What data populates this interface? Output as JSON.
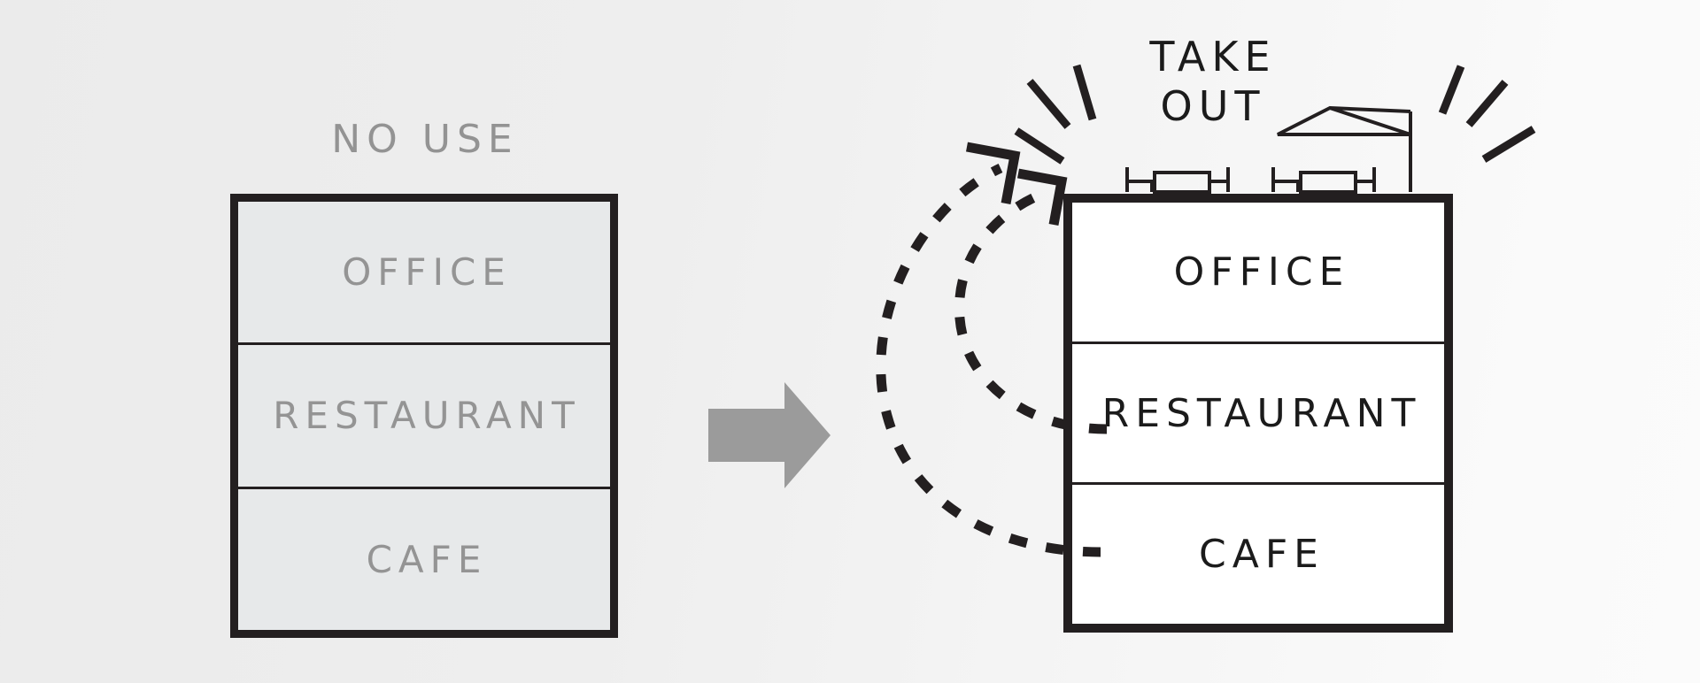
{
  "diagram": {
    "kind": "before-after-building-conversion",
    "background_colors": {
      "gradient_from": "#ebebeb",
      "gradient_to": "#fbfbfb"
    },
    "stroke_color": "#231f20",
    "muted_text_color": "#949494",
    "dark_text_color": "#1b1b1b",
    "arrow_color": "#9b9b9b"
  },
  "before": {
    "title": "NO USE",
    "floors": [
      {
        "label": "OFFICE"
      },
      {
        "label": "RESTAURANT"
      },
      {
        "label": "CAFE"
      }
    ]
  },
  "transition": {
    "arrow_icon": "right-arrow-icon"
  },
  "after": {
    "banner": "TAKE\nOUT",
    "floors": [
      {
        "label": "OFFICE"
      },
      {
        "label": "RESTAURANT"
      },
      {
        "label": "CAFE"
      }
    ],
    "rooftop": {
      "furniture_sets": 2,
      "umbrella": "umbrella-icon"
    },
    "sparkle_groups": [
      {
        "side": "left",
        "count": 3
      },
      {
        "side": "right",
        "count": 3
      }
    ],
    "flow_arrows": [
      {
        "from": "RESTAURANT",
        "to": "rooftop",
        "style": "dashed-curve"
      },
      {
        "from": "CAFE",
        "to": "rooftop",
        "style": "dashed-curve"
      }
    ]
  }
}
